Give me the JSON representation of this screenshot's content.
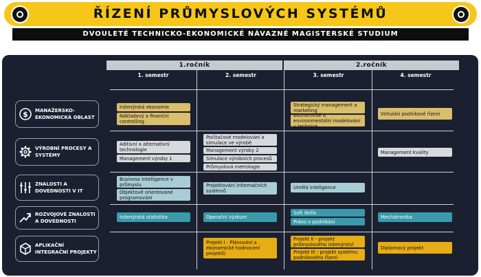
{
  "header": {
    "title": "ŘÍZENÍ PRŮMYSLOVÝCH SYSTÉMŮ",
    "subtitle": "DVOULETÉ TECHNICKO-EKONOMICKÉ NÁVAZNÉ MAGISTERSKÉ STUDIUM"
  },
  "years": [
    "1.ročník",
    "2.ročník"
  ],
  "semesters": [
    "1. semestr",
    "2. semestr",
    "3. semestr",
    "4. semestr"
  ],
  "rows": [
    {
      "label": "MANAŽERSKO-EKONOMICKÁ OBLAST",
      "icon": "dollar-coin-icon"
    },
    {
      "label": "VÝROBNÍ PROCESY A SYSTÉMY",
      "icon": "gear-icon"
    },
    {
      "label": "ZNALOSTI A DOVEDNOSTI V IT",
      "icon": "sliders-icon"
    },
    {
      "label": "ROZVOJOVÉ ZNALOSTI A DOVEDNOSTI",
      "icon": "trend-arrow-icon"
    },
    {
      "label": "APLIKAČNÍ INTEGRAČNÍ PROJEKTY",
      "icon": "project-cube-icon"
    }
  ],
  "courses": {
    "r1s1": [
      "Inženýrská ekonomie",
      "Nákladový a finanční controlling"
    ],
    "r1s3": [
      "Strategický management a marketing",
      "Ekonomické a environmentální modelování v technice"
    ],
    "r1s4": [
      "Virtuální podnikové řízení"
    ],
    "r2s1": [
      "Aditivní a alternativní technologie",
      "Management výroby 1"
    ],
    "r2s2": [
      "Počítačové modelování a simulace ve výrobě",
      "Management výroby 2",
      "Simulace výrobních procesů",
      "Průmyslová metrologie"
    ],
    "r2s4": [
      "Management kvality"
    ],
    "r3s1": [
      "Business Intelligence v průmyslu",
      "Objektově orientované programování"
    ],
    "r3s2": [
      "Projektování informačních systémů"
    ],
    "r3s3": [
      "Umělá inteligence"
    ],
    "r4s1": [
      "Inženýrská statistika"
    ],
    "r4s2": [
      "Operační výzkum"
    ],
    "r4s3": [
      "Soft Skills",
      "Právo v podnikání"
    ],
    "r4s4": [
      "Mechatronika"
    ],
    "r5s2": [
      "Projekt I - Plánování a ekonomické hodnocení projektů"
    ],
    "r5s3": [
      "Projekt II - projekt průmyslového inženýrství",
      "Projekt III - projekt systému podnikového řízení"
    ],
    "r5s4": [
      "Diplomový projekt"
    ]
  },
  "colors": {
    "brand_yellow": "#f6c619",
    "panel": "#1b2030",
    "gold": "#d9be6c",
    "grey": "#d7d9dd",
    "light_blue": "#a9cdd7",
    "teal": "#3a9aaa",
    "amber": "#e7ad14"
  }
}
